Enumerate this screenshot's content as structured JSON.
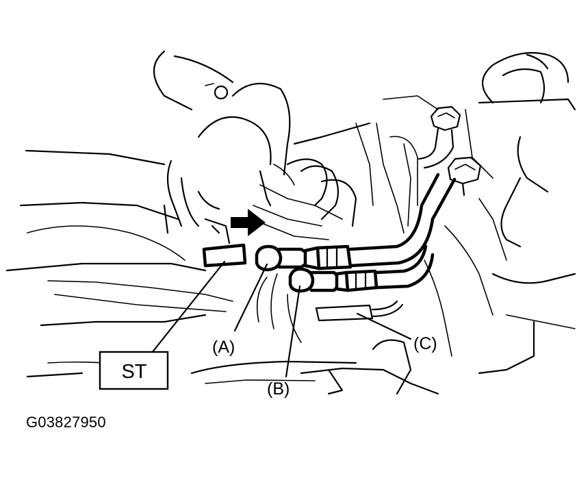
{
  "callouts": {
    "a": "(A)",
    "b": "(B)",
    "c": "(C)",
    "st": "ST"
  },
  "figure_code": "G03827950",
  "colors": {
    "line": "#000000",
    "background": "#ffffff"
  },
  "icons": {
    "direction": "arrow-right-icon"
  }
}
